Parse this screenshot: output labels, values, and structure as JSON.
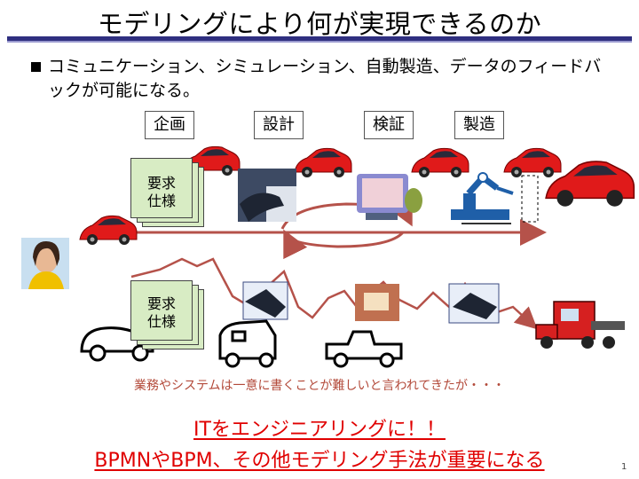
{
  "slide": {
    "title": "モデリングにより何が実現できるのか",
    "bullet": "コミュニケーション、シミュレーション、自動製造、データのフィードバックが可能になる。",
    "phases": [
      "企画",
      "設計",
      "検証",
      "製造"
    ],
    "documents": [
      "要求\n仕様",
      "要求\n仕様"
    ],
    "footnote": "業務やシステムは一意に書くことが難しいと言われてきたが・・・",
    "headline_1": "ITをエンジニアリングに！！",
    "headline_2": "BPMNやBPM、その他モデリング手法が重要になる",
    "page_number": "1"
  },
  "colors": {
    "title_rule": "#2f2f80",
    "accent_red": "#e00000",
    "flow_arrow": "#b5524a",
    "document_fill": "#d8ecc4"
  }
}
